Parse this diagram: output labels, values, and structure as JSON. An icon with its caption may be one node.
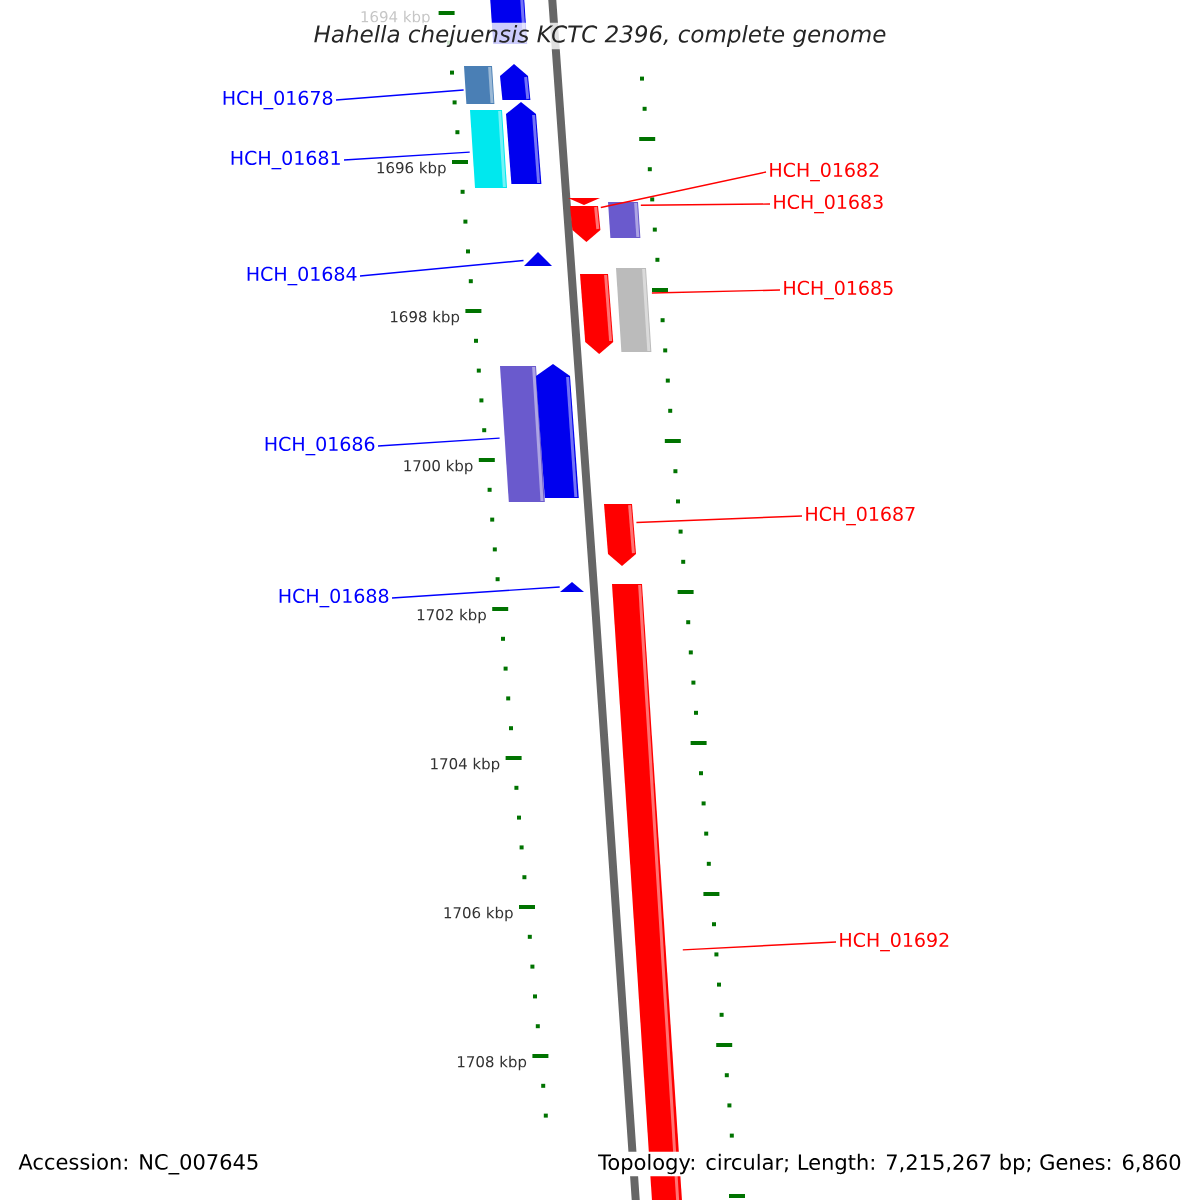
{
  "diagram": {
    "title": "Hahella chejuensis KCTC 2396, complete genome",
    "nodes": [
      {
        "text": [
          "HCH_01678"
        ]
      },
      {
        "text": [
          "HCH_01681"
        ]
      },
      {
        "text": [
          "HCH_01682"
        ]
      },
      {
        "text": [
          "HCH_01683"
        ]
      },
      {
        "text": [
          "HCH_01684"
        ]
      },
      {
        "text": [
          "HCH_01685"
        ]
      },
      {
        "text": [
          "HCH_01686"
        ]
      },
      {
        "text": [
          "HCH_01687"
        ]
      },
      {
        "text": [
          "HCH_01688"
        ]
      },
      {
        "text": [
          "HCH_01692"
        ]
      },
      {
        "text": [],
        "shape": "box"
      },
      {
        "text": [],
        "shape": "box"
      },
      {
        "text": [],
        "shape": "box"
      },
      {
        "text": [],
        "shape": "box"
      },
      {
        "text": [],
        "shape": "box"
      },
      {
        "text": [],
        "shape": "box"
      },
      {
        "text": [],
        "shape": "box"
      },
      {
        "text": [],
        "shape": "triangle"
      },
      {
        "text": [],
        "shape": "box"
      },
      {
        "text": [],
        "shape": "box"
      },
      {
        "text": [],
        "shape": "box"
      },
      {
        "text": [],
        "shape": "box"
      },
      {
        "text": [],
        "shape": "box"
      },
      {
        "text": [],
        "shape": "triangle"
      },
      {
        "text": [],
        "shape": "box"
      }
    ],
    "edges": [
      {
        "from": 0,
        "to": 11,
        "arrow": "none",
        "color": "#0000ff"
      },
      {
        "from": 1,
        "to": 13,
        "arrow": "none",
        "color": "#0000ff"
      },
      {
        "from": 2,
        "to": 15,
        "arrow": "none",
        "color": "#ff0000"
      },
      {
        "from": 3,
        "to": 16,
        "arrow": "none",
        "color": "#ff0000"
      },
      {
        "from": 4,
        "to": 17,
        "arrow": "none",
        "color": "#0000ff"
      },
      {
        "from": 5,
        "to": 19,
        "arrow": "none",
        "color": "#ff0000"
      },
      {
        "from": 6,
        "to": 20,
        "arrow": "none",
        "color": "#0000ff"
      },
      {
        "from": 7,
        "to": 22,
        "arrow": "none",
        "color": "#ff0000"
      },
      {
        "from": 8,
        "to": 23,
        "arrow": "none",
        "color": "#0000ff"
      },
      {
        "from": 9,
        "to": 24,
        "arrow": "none",
        "color": "#ff0000"
      }
    ],
    "labels": [
      "1694 kbp",
      "1696 kbp",
      "1698 kbp",
      "1700 kbp",
      "1702 kbp",
      "1704 kbp",
      "1706 kbp",
      "1708 kbp",
      "Accession: NC_007645",
      "Topology: circular; Length: 7,215,267 bp; Genes: 6,860"
    ]
  }
}
